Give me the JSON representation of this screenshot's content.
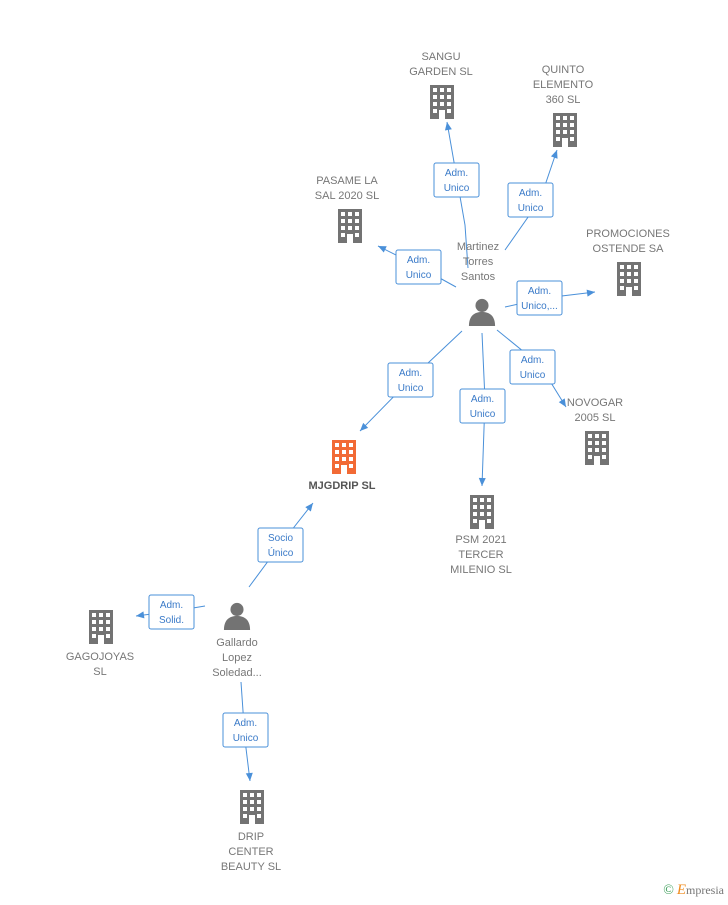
{
  "nodes": {
    "sangu": {
      "label_lines": [
        "SANGU",
        "GARDEN  SL"
      ],
      "kind": "company"
    },
    "quinto": {
      "label_lines": [
        "QUINTO",
        "ELEMENTO",
        "360  SL"
      ],
      "kind": "company"
    },
    "pasame": {
      "label_lines": [
        "PASAME LA",
        "SAL 2020  SL"
      ],
      "kind": "company"
    },
    "martinez": {
      "label_lines": [
        "Martinez",
        "Torres",
        "Santos"
      ],
      "kind": "person"
    },
    "promociones": {
      "label_lines": [
        "PROMOCIONES",
        "OSTENDE SA"
      ],
      "kind": "company"
    },
    "novogar": {
      "label_lines": [
        "NOVOGAR",
        "2005 SL"
      ],
      "kind": "company"
    },
    "mjgdrip": {
      "label_lines": [
        "MJGDRIP  SL"
      ],
      "kind": "company-main"
    },
    "psm": {
      "label_lines": [
        "PSM 2021",
        "TERCER",
        "MILENIO  SL"
      ],
      "kind": "company"
    },
    "gagojoyas": {
      "label_lines": [
        "GAGOJOYAS",
        "SL"
      ],
      "kind": "company"
    },
    "gallardo": {
      "label_lines": [
        "Gallardo",
        "Lopez",
        "Soledad..."
      ],
      "kind": "person"
    },
    "drip": {
      "label_lines": [
        "DRIP",
        "CENTER",
        "BEAUTY  SL"
      ],
      "kind": "company"
    }
  },
  "edges": [
    {
      "from": "martinez",
      "to": "sangu",
      "label_lines": [
        "Adm.",
        "Unico"
      ]
    },
    {
      "from": "martinez",
      "to": "quinto",
      "label_lines": [
        "Adm.",
        "Unico"
      ]
    },
    {
      "from": "martinez",
      "to": "pasame",
      "label_lines": [
        "Adm.",
        "Unico"
      ]
    },
    {
      "from": "martinez",
      "to": "promociones",
      "label_lines": [
        "Adm.",
        "Unico,..."
      ]
    },
    {
      "from": "martinez",
      "to": "novogar",
      "label_lines": [
        "Adm.",
        "Unico"
      ]
    },
    {
      "from": "martinez",
      "to": "mjgdrip",
      "label_lines": [
        "Adm.",
        "Unico"
      ]
    },
    {
      "from": "martinez",
      "to": "psm",
      "label_lines": [
        "Adm.",
        "Unico"
      ]
    },
    {
      "from": "gallardo",
      "to": "mjgdrip",
      "label_lines": [
        "Socio",
        "Único"
      ]
    },
    {
      "from": "gallardo",
      "to": "gagojoyas",
      "label_lines": [
        "Adm.",
        "Solid."
      ]
    },
    {
      "from": "gallardo",
      "to": "drip",
      "label_lines": [
        "Adm.",
        "Unico"
      ]
    }
  ],
  "colors": {
    "edge": "#4a90d9",
    "company": "#737373",
    "main_company": "#f26a35",
    "person": "#737373"
  },
  "brand": {
    "copyright": "©",
    "initial": "E",
    "rest": "mpresia"
  }
}
